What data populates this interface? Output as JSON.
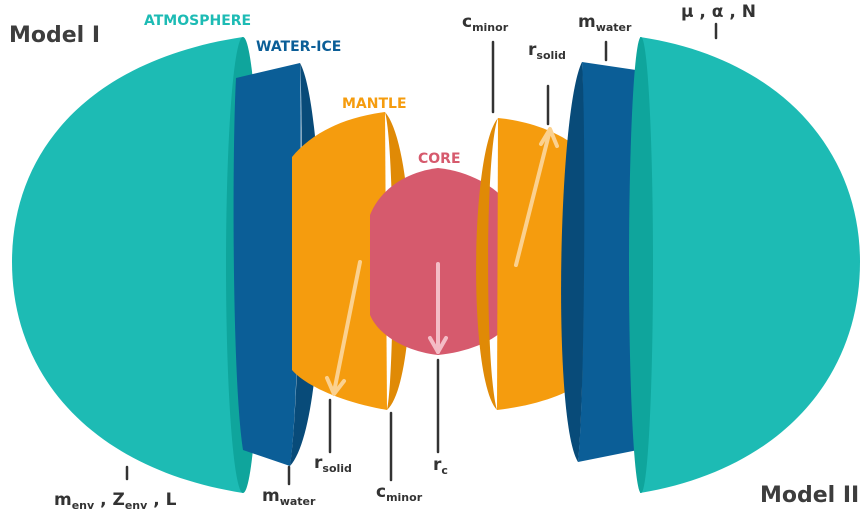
{
  "colors": {
    "atmosphere": "#1dbbb4",
    "atmosphere_shade": "#0fa59c",
    "water_ice": "#0b5e97",
    "water_ice_shade": "#084b79",
    "mantle": "#f59c0e",
    "mantle_shade": "#e08a06",
    "core": "#d65a6d",
    "core_shade": "#c14a5d",
    "arrow": "#fbd18f",
    "core_arrow": "#f4bcc6",
    "text_dark": "#3d3d3d"
  },
  "models": {
    "left": "Model I",
    "right": "Model II"
  },
  "layers": {
    "atmosphere": "ATMOSPHERE",
    "water_ice": "WATER-ICE",
    "mantle": "MANTLE",
    "core": "CORE"
  },
  "annotations": {
    "env_params": {
      "m_base": "m",
      "m_sub": "env",
      "sep1": " , ",
      "z_base": "Z",
      "z_sub": "env",
      "sep2": " , ",
      "l": "L"
    },
    "m_water_left": {
      "base": "m",
      "sub": "water"
    },
    "r_solid_left": {
      "base": "r",
      "sub": "solid"
    },
    "c_minor_left": {
      "base": "c",
      "sub": "minor"
    },
    "r_c": {
      "base": "r",
      "sub": "c"
    },
    "c_minor_right": {
      "base": "c",
      "sub": "minor"
    },
    "r_solid_right": {
      "base": "r",
      "sub": "solid"
    },
    "m_water_right": {
      "base": "m",
      "sub": "water"
    },
    "atm_params": "μ , α , N"
  },
  "icons": [
    "radius-arrow-icon"
  ]
}
